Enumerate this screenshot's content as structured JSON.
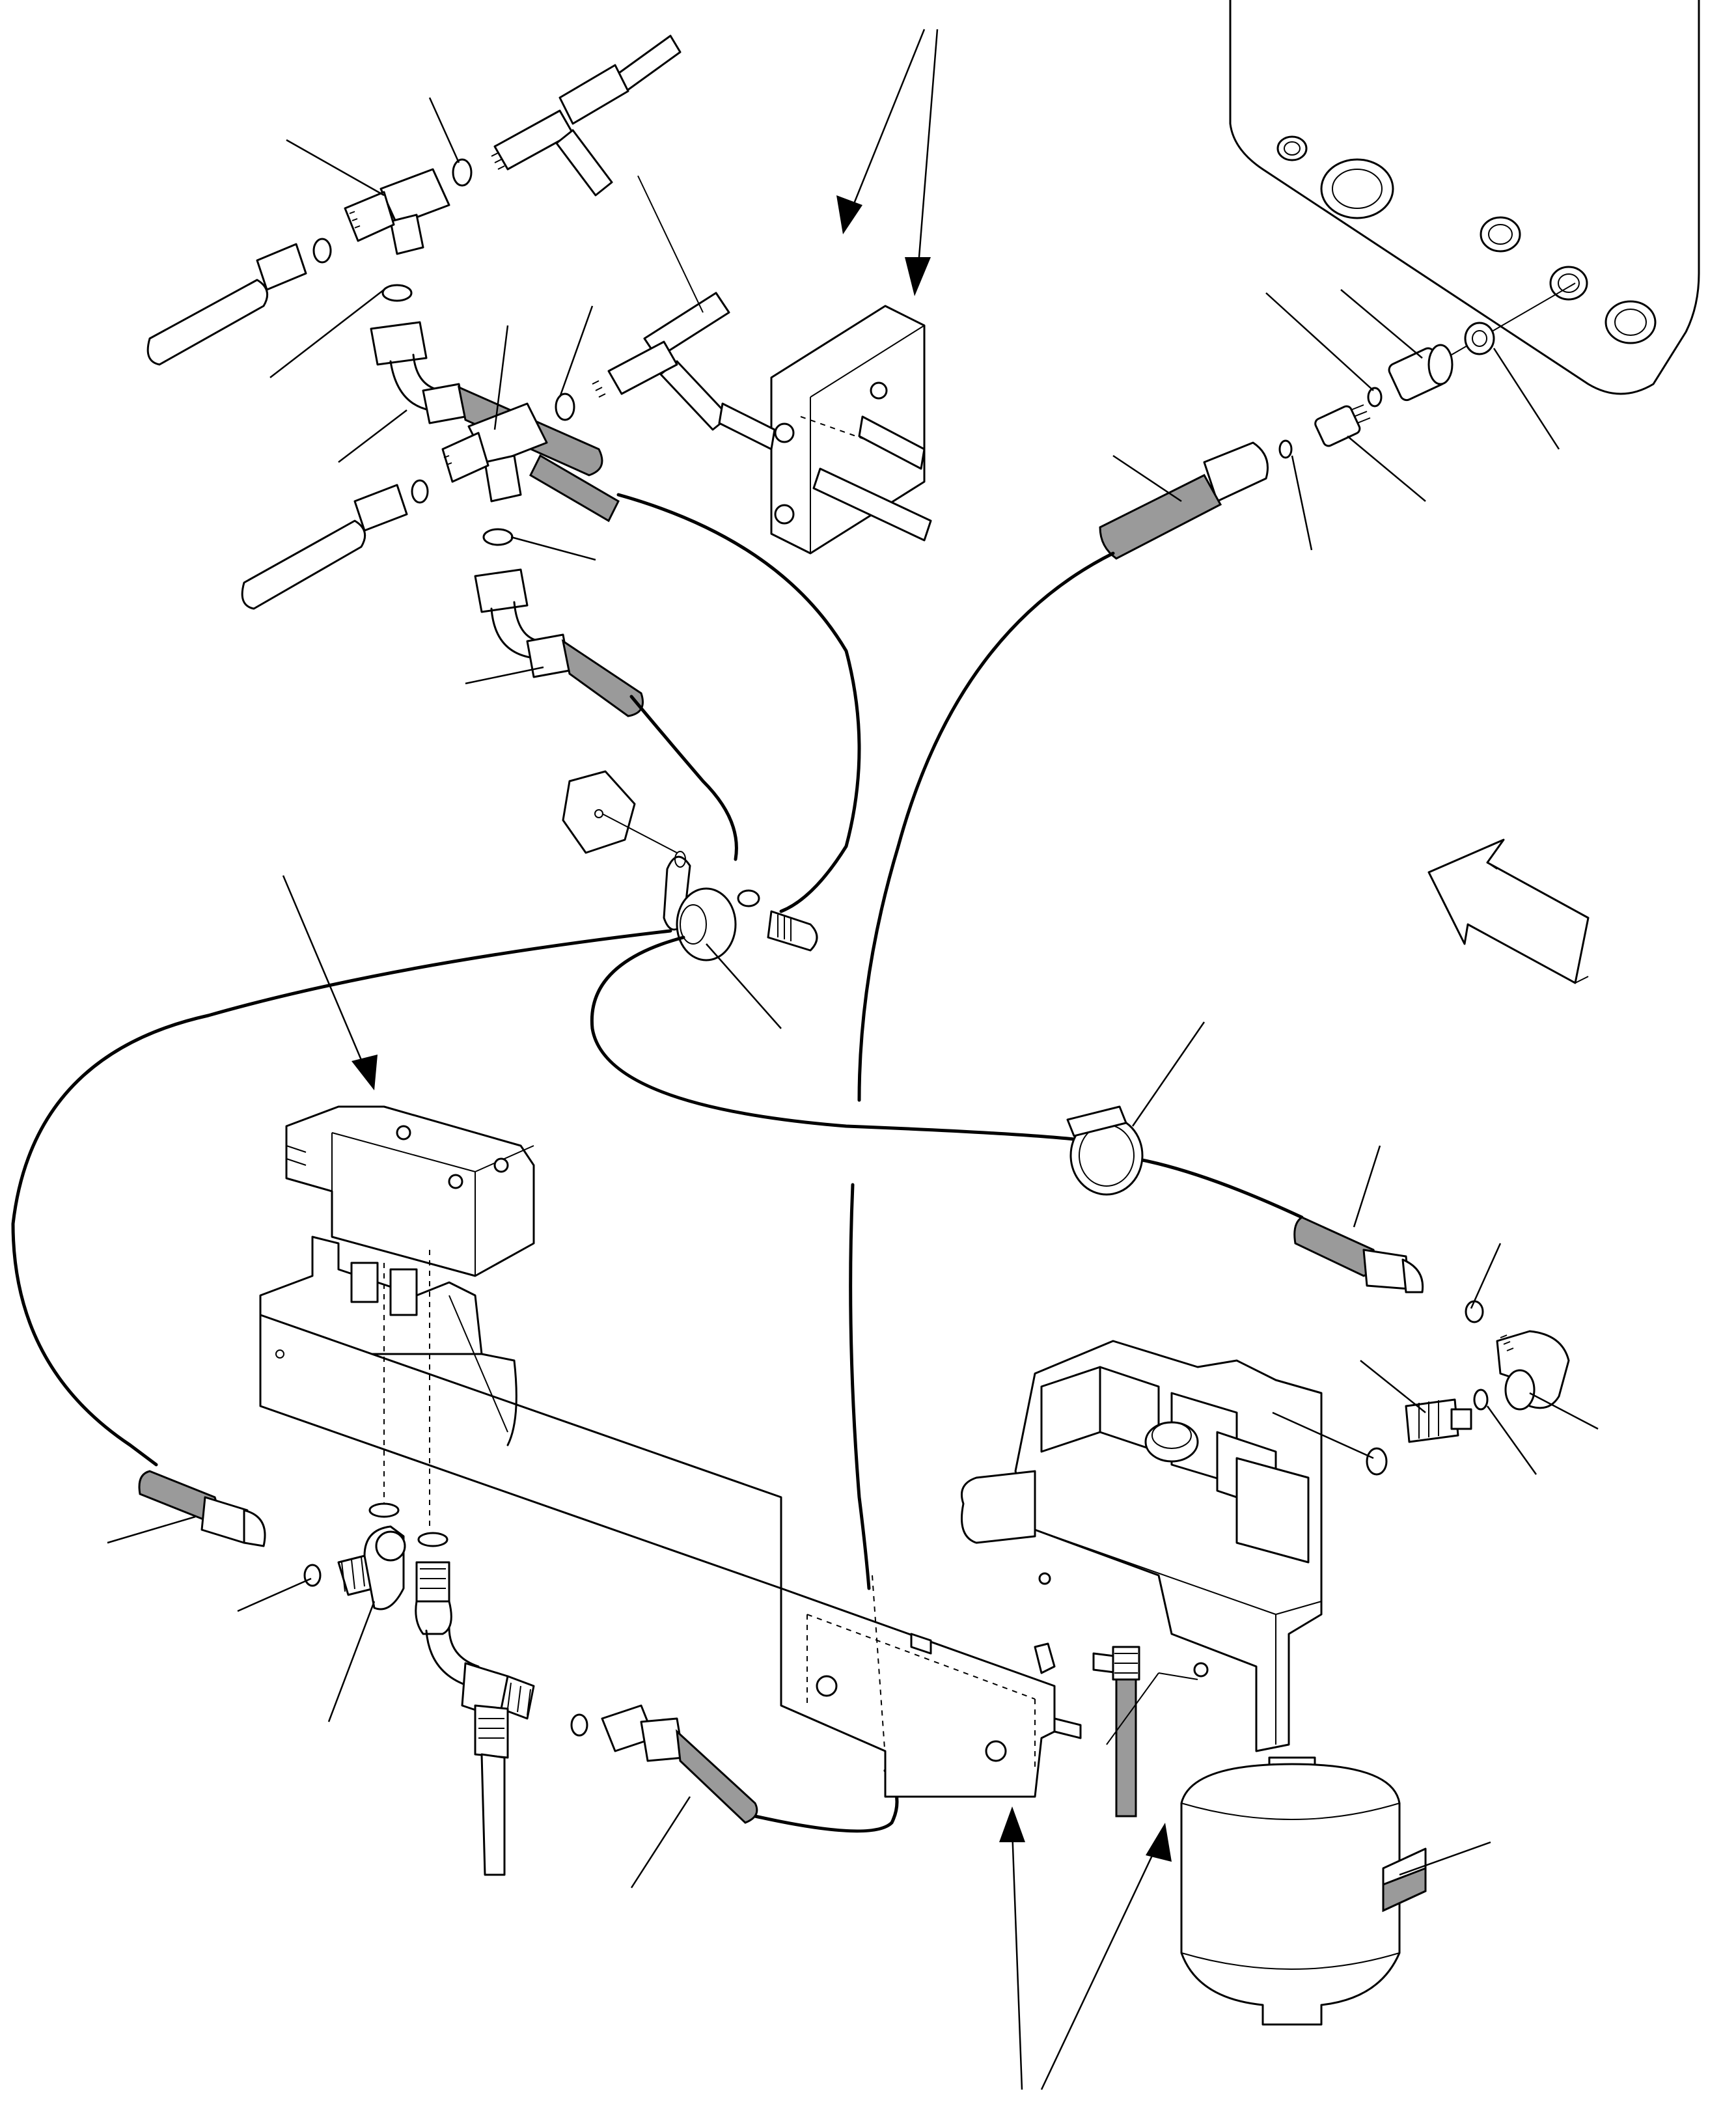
{
  "diagram": {
    "kind": "exploded-view-hydraulic-piping",
    "background": "#ffffff",
    "ink": "#000000",
    "hose_shade": "#9a9a9a",
    "leader_lines": 38,
    "callout_arrows": 6
  }
}
